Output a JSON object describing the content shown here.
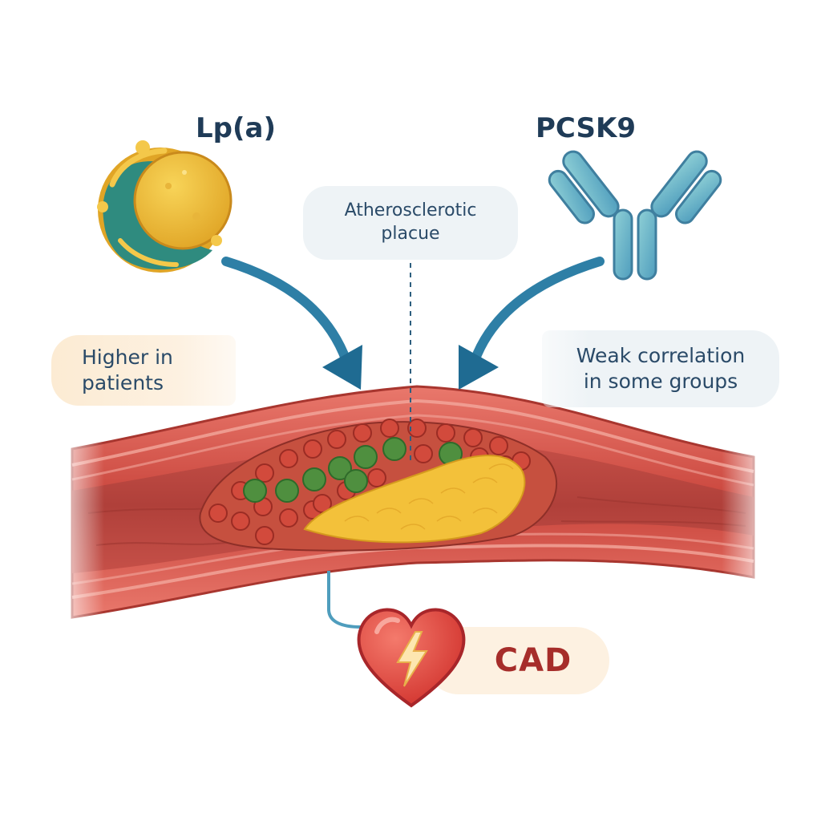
{
  "titles": {
    "lpa": "Lp(a)",
    "pcsk9": "PCSK9"
  },
  "callouts": {
    "plaque": {
      "line1": "Atherosclerotic",
      "line2": "placue"
    },
    "lpa_note": {
      "line1": "Higher in",
      "line2": "patients"
    },
    "pcsk9_note": {
      "line1": "Weak correlation",
      "line2": "in some groups"
    }
  },
  "outcome": {
    "label": "CAD"
  },
  "colors": {
    "title_text": "#1f3b57",
    "arrow": "#2e7fa6",
    "vessel_wall": "#d9534a",
    "lumen": "#b8473f",
    "plaque_fat": "#f3c13a",
    "cad_text": "#a62d2a",
    "heart": "#e2433b"
  },
  "icons": [
    "lipoprotein-particle-icon",
    "antibody-icon",
    "broken-heart-icon"
  ]
}
